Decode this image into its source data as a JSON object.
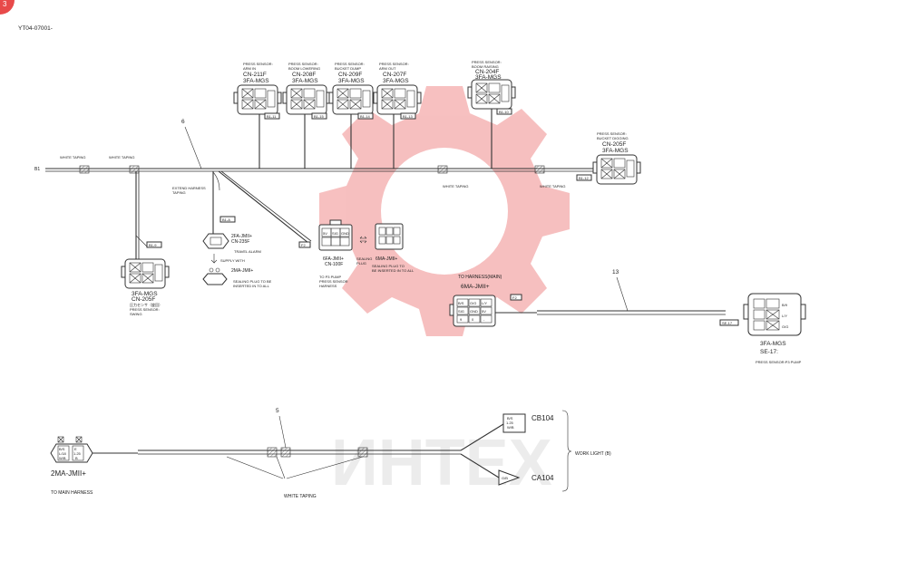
{
  "page": {
    "doc_code": "YT04-07001-",
    "corner_badge": "3",
    "watermark_text": "ИНТЕХ",
    "watermark_color": "#e84a4a"
  },
  "main_harness": {
    "start_label": "B1",
    "taping_labels": [
      "WHITE TAPING",
      "WHITE TAPING",
      "WHITE TAPING",
      "WHITE TAPING"
    ],
    "branch_number": "6",
    "extend_label": [
      "EXTEND HARNESS",
      "TAPING"
    ]
  },
  "top_connectors": [
    {
      "desc": [
        "PRESS SENSOR:",
        "ARM IN"
      ],
      "code": "CN-211F",
      "type": "3FA-MGS",
      "tag": "B1-11"
    },
    {
      "desc": [
        "PRESS SENSOR:",
        "BOOM LOWERING"
      ],
      "code": "CN-208F",
      "type": "3FA-MGS",
      "tag": "B1-15"
    },
    {
      "desc": [
        "PRESS SENSOR:",
        "BUCKET DUMP"
      ],
      "code": "CN-209F",
      "type": "3FA-MGS",
      "tag": "B1-14"
    },
    {
      "desc": [
        "PRESS SENSOR:",
        "ARM OUT"
      ],
      "code": "CN-207F",
      "type": "3FA-MGS",
      "tag": "B1-13"
    },
    {
      "desc": [
        "PRESS SENSOR:",
        "BOOM RAISING"
      ],
      "code": "CN-204F",
      "type": "3FA-MGS",
      "tag": "B1-10"
    }
  ],
  "right_connector": {
    "desc": [
      "PRESS SENSOR:",
      "BUCKET DIGGING"
    ],
    "code": "CN-205F",
    "type": "3FA-MGS",
    "tag": "B1-12"
  },
  "swing_connector": {
    "type": "3FA-MGS",
    "code": "CN-205F",
    "jp": "圧力センサ（旋回）",
    "desc": [
      "PRESS SENSOR:",
      "SWING"
    ],
    "tag": "B1-9"
  },
  "travel_connector": {
    "type": "2FA-JMII+",
    "code": "CN-235F",
    "desc": "TRAVEL ALARM",
    "tag": "B1-A",
    "supply": "SUPPLY WITH",
    "plug_type": "2MA-JMII+",
    "plug_note": [
      "SEALING PLUG TO BE",
      "INSERTED IN TO ALL"
    ]
  },
  "p3_connector": {
    "type": "6FA-JMII+",
    "code": "CN-100F",
    "tag": "F2",
    "desc": [
      "TO P3 PUMP",
      "PRESS SENSOR",
      "HARNESS"
    ],
    "seal_label": [
      "SEALING",
      "PLUG"
    ],
    "mate_type": "6MA-JMII+",
    "plug_note": [
      "SEALING PLUG TO",
      "BE INSERTED IN TO ALL"
    ],
    "pins": [
      "5V",
      "SIG",
      "GND",
      "",
      "",
      ""
    ]
  },
  "harness_13": {
    "branch_number": "13",
    "to_label": "TO HARNESS(MAIN)",
    "type": "6MA-JMII+",
    "tag": "F2",
    "pins": [
      "B/S",
      "O/G",
      "L/Y",
      "SIG",
      "GND",
      "5V",
      "9",
      "0",
      "-"
    ],
    "end_tag": "SE-17",
    "end_type": "3FA-MGS",
    "end_code": "SE-17:",
    "end_desc": "PRESS SENSOR:P3 PUMP",
    "end_pins": [
      "B/9",
      "L/Y",
      "O/G"
    ]
  },
  "work_light": {
    "branch_number": "5",
    "left_type": "2MA-JMII+",
    "left_desc": "TO MAIN HARNESS",
    "left_pins": [
      "B/S",
      "L/18",
      "W/B",
      "E",
      "1.25",
      "B"
    ],
    "taping": "WHITE TAPING",
    "cb_label": "CB104",
    "ca_label": "CA104",
    "cb_pins": [
      "B/S",
      "1.25",
      "W/B"
    ],
    "ca_pins": [
      "G/B"
    ],
    "group_label": "WORK LIGHT (B)"
  }
}
